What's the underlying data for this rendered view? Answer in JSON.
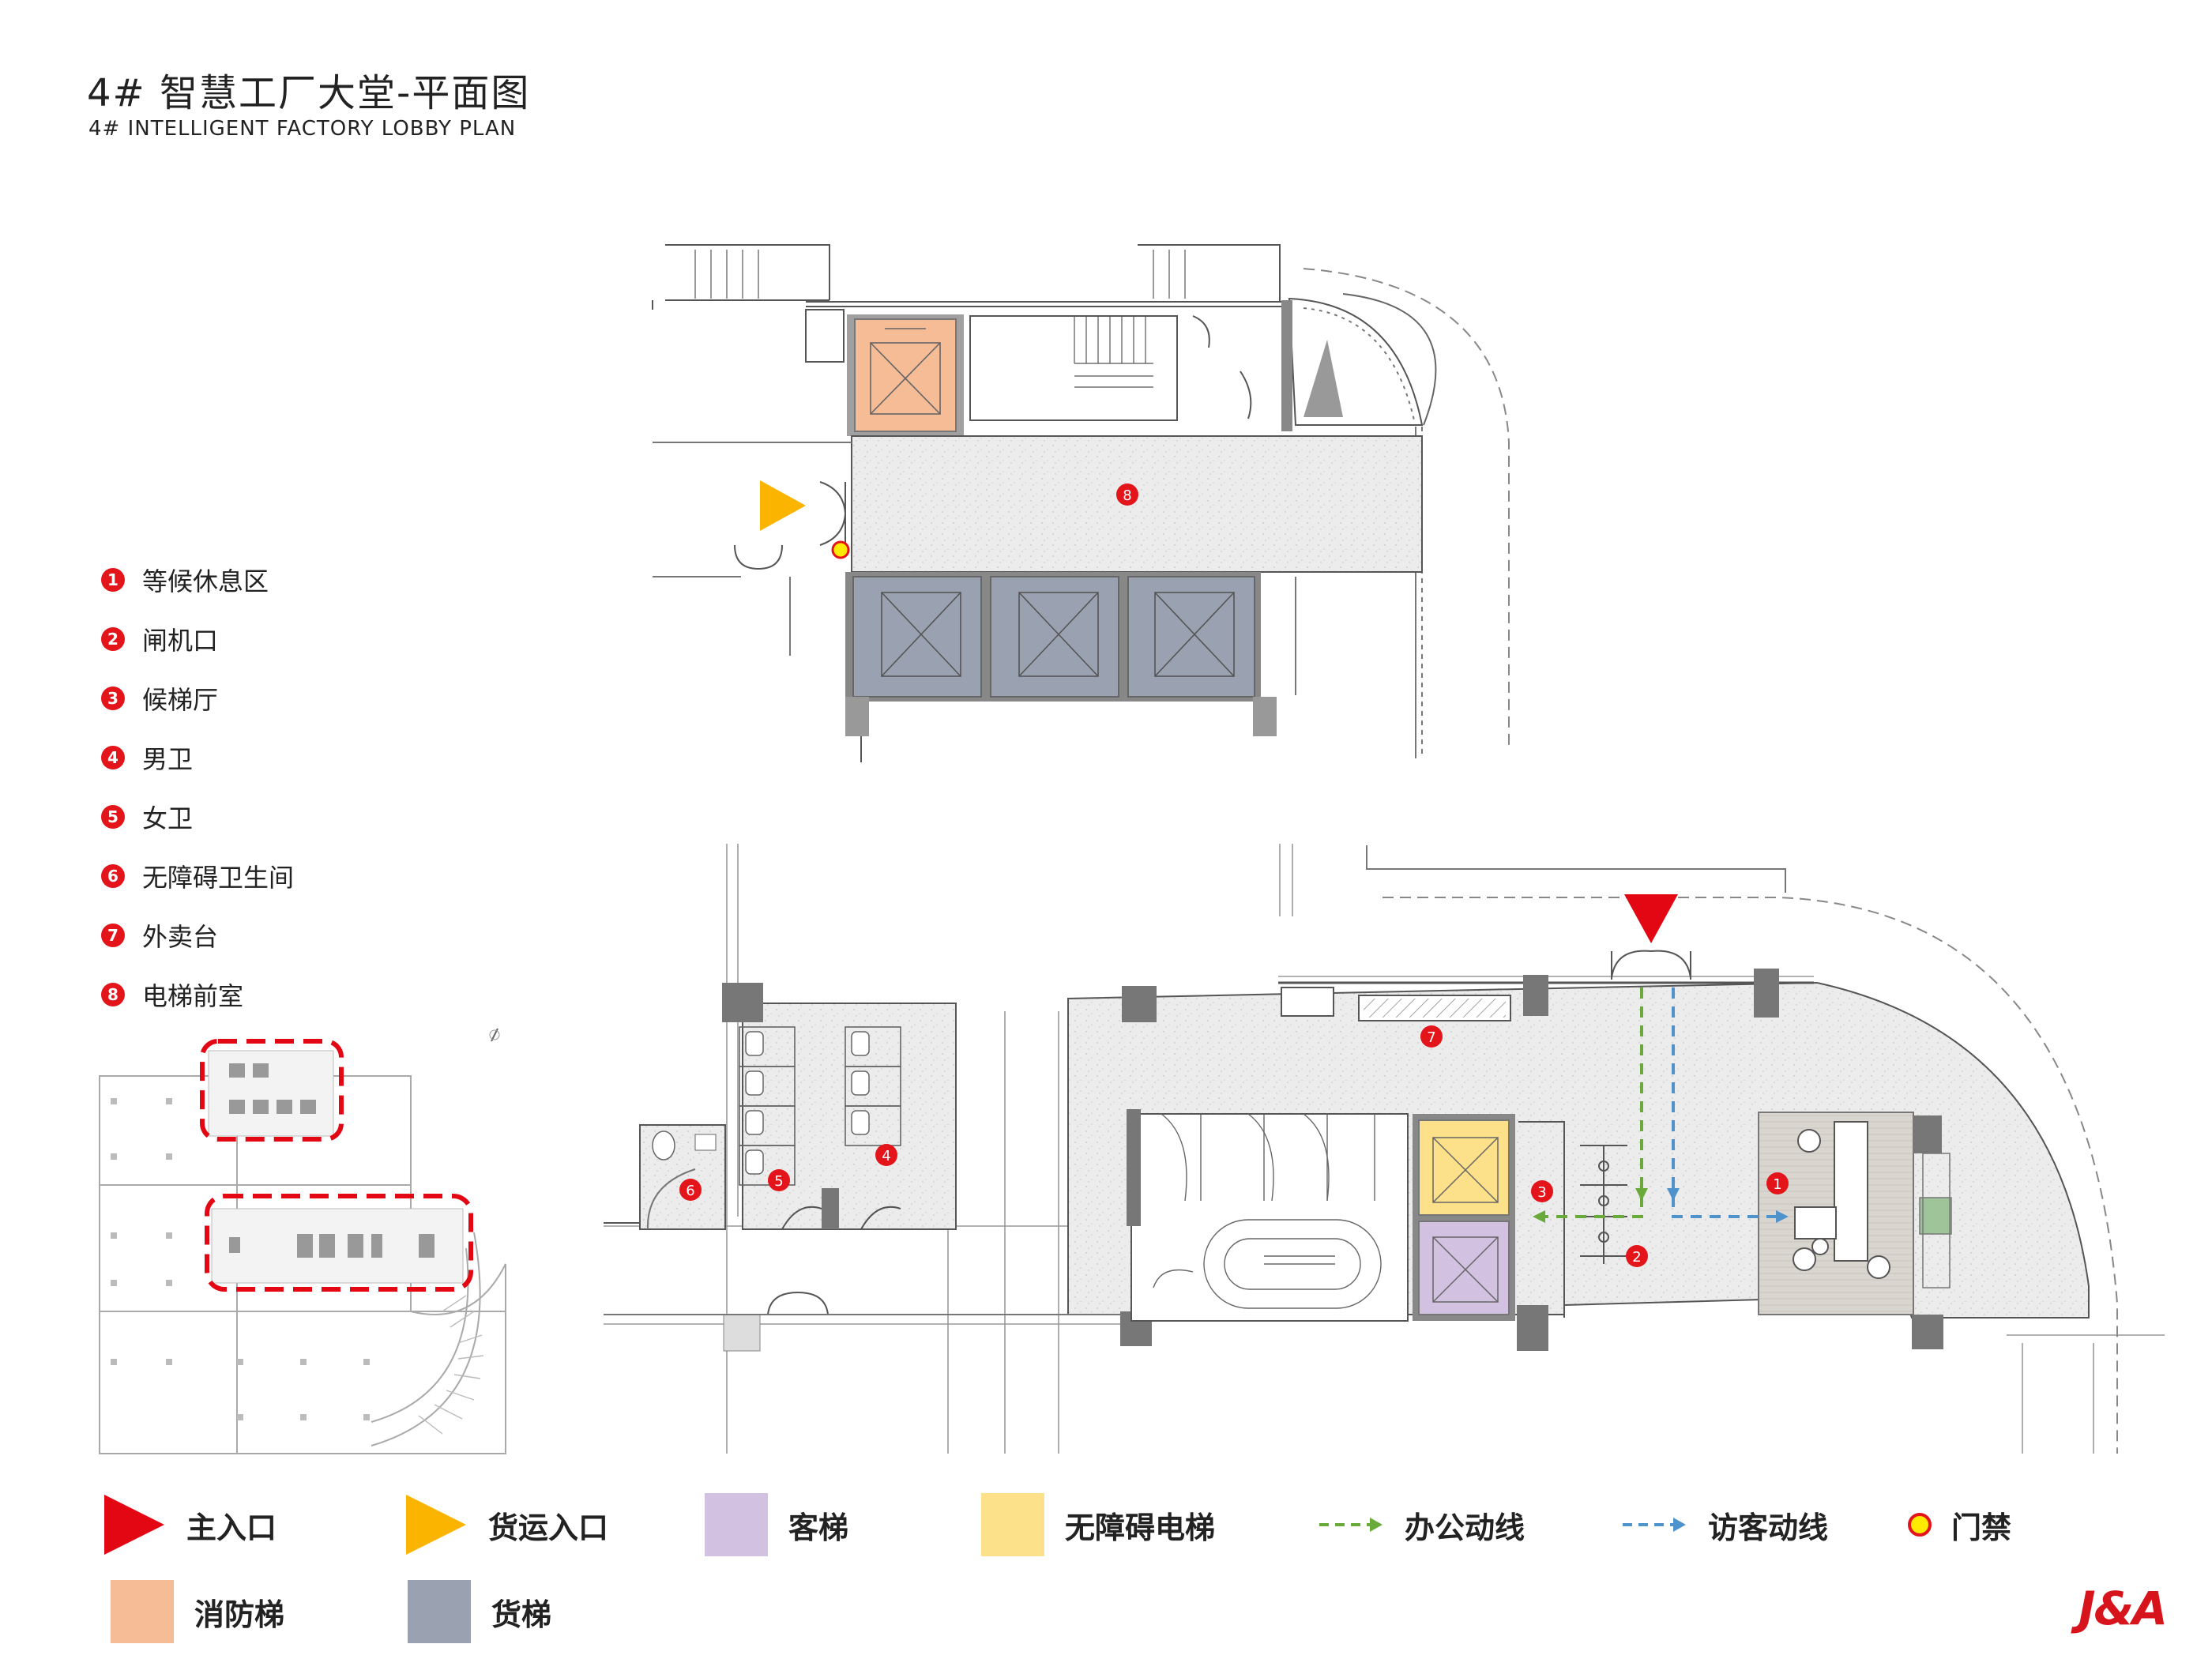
{
  "title": {
    "cn": "4# 智慧工厂大堂-平面图",
    "en": "4# INTELLIGENT FACTORY LOBBY PLAN"
  },
  "room_legend": [
    {
      "num": "1",
      "label": "等候休息区"
    },
    {
      "num": "2",
      "label": "闸机口"
    },
    {
      "num": "3",
      "label": "候梯厅"
    },
    {
      "num": "4",
      "label": "男卫"
    },
    {
      "num": "5",
      "label": "女卫"
    },
    {
      "num": "6",
      "label": "无障碍卫生间"
    },
    {
      "num": "7",
      "label": "外卖台"
    },
    {
      "num": "8",
      "label": "电梯前室"
    }
  ],
  "bottom_legend": {
    "main_entrance": "主入口",
    "freight_entrance": "货运入口",
    "passenger_elevator": "客梯",
    "accessible_elevator": "无障碍电梯",
    "office_route": "办公动线",
    "visitor_route": "访客动线",
    "access_control": "门禁",
    "fire_elevator": "消防梯",
    "freight_elevator": "货梯"
  },
  "markers": {
    "m1": "1",
    "m2": "2",
    "m3": "3",
    "m4": "4",
    "m5": "5",
    "m6": "6",
    "m7": "7",
    "m8": "8"
  },
  "logo": "J&A",
  "colors": {
    "fire_elevator": "#f5bc96",
    "freight_elevator": "#9aa2b1",
    "passenger_elevator": "#d2c1e1",
    "accessible_elevator": "#fde08a",
    "main_entrance": "#e30613",
    "freight_entrance": "#fbb400",
    "office_route": "#6aaa3a",
    "visitor_route": "#4f93cd",
    "marker": "#e4141b"
  },
  "icons": [
    "compass-north-icon"
  ]
}
